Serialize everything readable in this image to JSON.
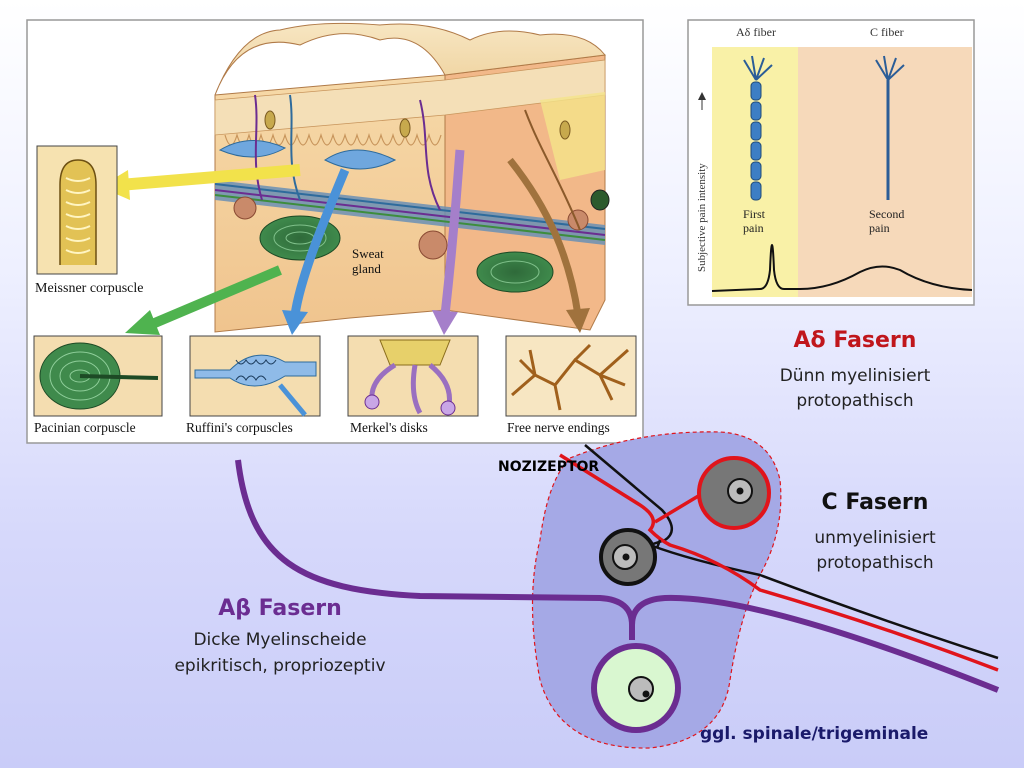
{
  "skin_figure": {
    "labels": {
      "meissner": "Meissner corpuscle",
      "sweat_gland": "Sweat\ngland",
      "pacinian": "Pacinian corpuscle",
      "ruffini": "Ruffini's corpuscles",
      "merkel": "Merkel's disks",
      "free_nerve": "Free nerve endings"
    }
  },
  "pain_figure": {
    "fiber_a": "Aδ fiber",
    "fiber_c": "C fiber",
    "y_axis": "Subjective pain intensity",
    "first_pain": "First\npain",
    "second_pain": "Second\npain"
  },
  "labels": {
    "ad_title": "Aδ Fasern",
    "ad_line1": "Dünn myelinisiert",
    "ad_line2": "protopathisch",
    "c_title": "C Fasern",
    "c_line1": "unmyelinisiert",
    "c_line2": "protopathisch",
    "ab_title": "Aβ Fasern",
    "ab_line1": "Dicke Myelinscheide",
    "ab_line2": "epikritisch, propriozeptiv",
    "nozizeptor": "NOZIZEPTOR",
    "ganglion": "ggl. spinale/trigeminale"
  },
  "colors": {
    "ad_fiber": "#e0141b",
    "c_fiber": "#111111",
    "ab_fiber": "#6b2d91",
    "ganglion_fill": "#a5a9e6",
    "ab_soma": "#d9f7d0"
  }
}
